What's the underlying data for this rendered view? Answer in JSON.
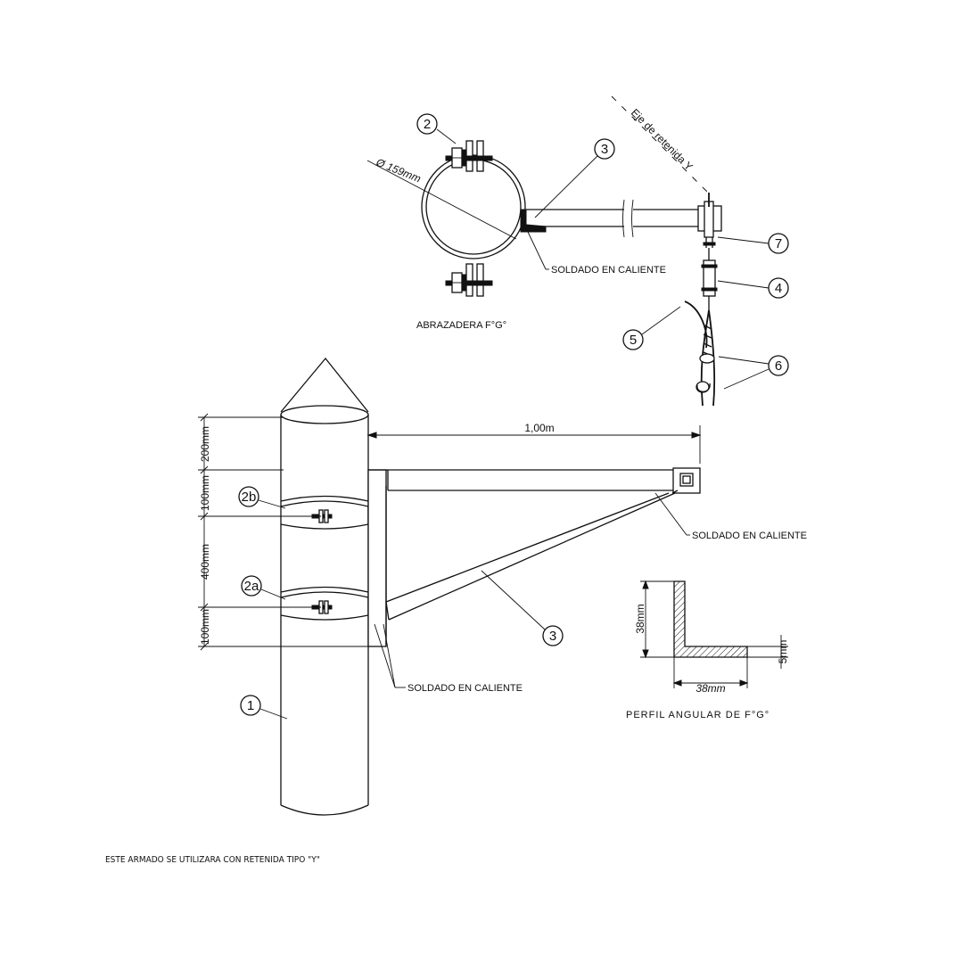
{
  "labels": {
    "abrazadera_title": "ABRAZADERA F°G°",
    "perfil_title": "PERFIL ANGULAR DE F°G°",
    "soldado_clamp": "SOLDADO EN CALIENTE",
    "soldado_arm": "SOLDADO EN CALIENTE",
    "soldado_pole": "SOLDADO EN CALIENTE",
    "eje_retenida": "Eje de retenida Y",
    "diameter": "Ø 159mm",
    "footnote": "ESTE ARMADO SE UTILIZARA CON RETENIDA TIPO \"Y\""
  },
  "dimensions": {
    "arm_length": "1,00m",
    "dim_200": "200mm",
    "dim_100_top": "100mm",
    "dim_400": "400mm",
    "dim_100_bottom": "100mm",
    "profile_height": "38mm",
    "profile_width": "38mm",
    "profile_thickness": "5mm"
  },
  "callouts": {
    "c1": "1",
    "c2": "2",
    "c2a": "2a",
    "c2b": "2b",
    "c3_top": "3",
    "c3_bottom": "3",
    "c4": "4",
    "c5": "5",
    "c6": "6",
    "c7": "7"
  }
}
